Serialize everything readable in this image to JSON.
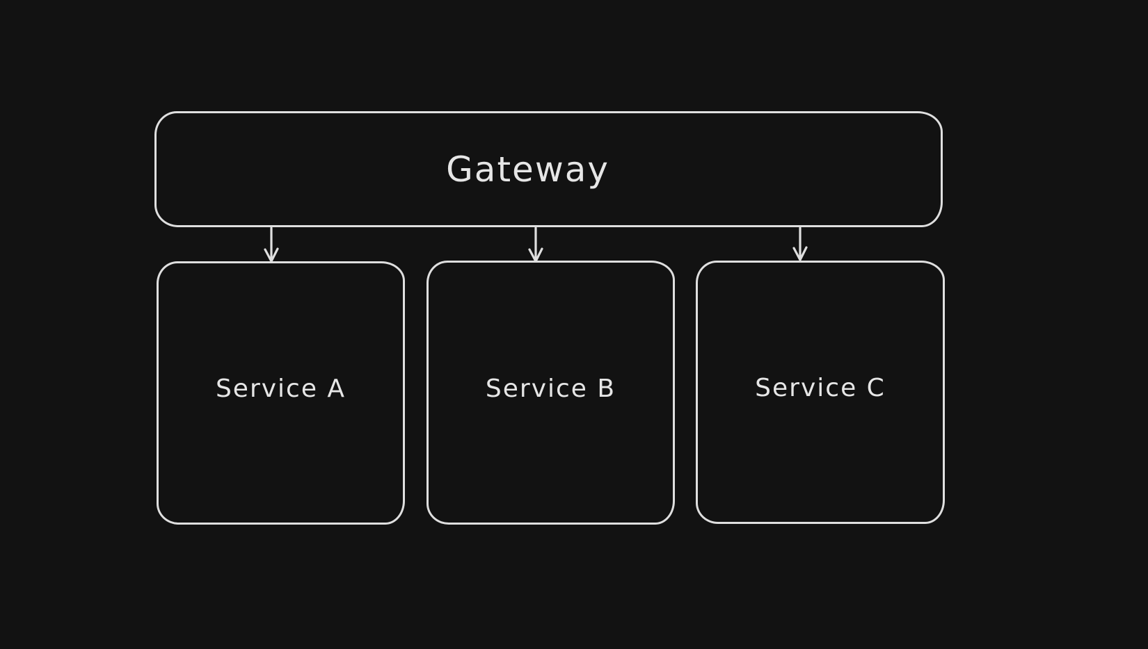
{
  "colors": {
    "background": "#121212",
    "stroke": "#dfdfdf",
    "text": "#e6e6e6"
  },
  "diagram": {
    "nodes": [
      {
        "id": "gateway",
        "label": "Gateway"
      },
      {
        "id": "service-a",
        "label": "Service A"
      },
      {
        "id": "service-b",
        "label": "Service B"
      },
      {
        "id": "service-c",
        "label": "Service C"
      }
    ],
    "edges": [
      {
        "from": "gateway",
        "to": "service-a"
      },
      {
        "from": "gateway",
        "to": "service-b"
      },
      {
        "from": "gateway",
        "to": "service-c"
      }
    ]
  }
}
